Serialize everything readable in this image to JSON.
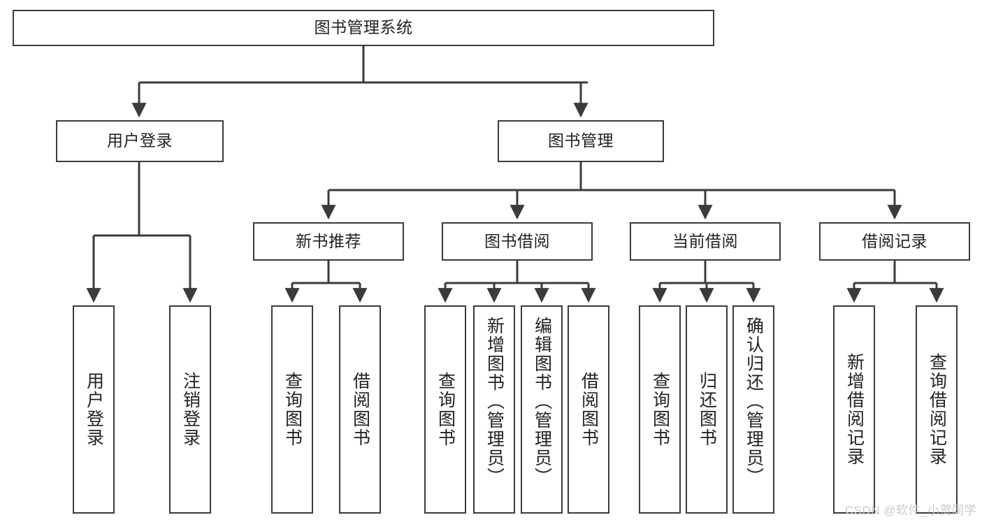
{
  "diagram": {
    "type": "hierarchy-tree",
    "title": "图书管理系统",
    "orientation": "top-down",
    "edge_style": "orthogonal-arrow",
    "colors": {
      "box_border": "#3b3b3b",
      "box_fill": "#ffffff",
      "edge": "#3b3b3b",
      "text": "#222222",
      "watermark": "#c9c9c9",
      "background": "#ffffff"
    },
    "root": {
      "id": "root",
      "label": "图书管理系统"
    },
    "level2": [
      {
        "id": "user-login",
        "label": "用户登录"
      },
      {
        "id": "book-manage",
        "label": "图书管理"
      }
    ],
    "level3": [
      {
        "id": "new-book-recommend",
        "label": "新书推荐"
      },
      {
        "id": "book-borrow",
        "label": "图书借阅"
      },
      {
        "id": "current-borrow",
        "label": "当前借阅"
      },
      {
        "id": "borrow-record",
        "label": "借阅记录"
      }
    ],
    "leaves": {
      "user_login": [
        {
          "id": "leaf-user-login",
          "label": "用户登录"
        },
        {
          "id": "leaf-logout-login",
          "label": "注销登录"
        }
      ],
      "new_book_recommend": [
        {
          "id": "leaf-query-book-1",
          "label": "查询图书"
        },
        {
          "id": "leaf-borrow-book-1",
          "label": "借阅图书"
        }
      ],
      "book_borrow": [
        {
          "id": "leaf-query-book-2",
          "label": "查询图书"
        },
        {
          "id": "leaf-add-book",
          "label": "新增图书（管理员）"
        },
        {
          "id": "leaf-edit-book",
          "label": "编辑图书（管理员）"
        },
        {
          "id": "leaf-borrow-book-2",
          "label": "借阅图书"
        }
      ],
      "current_borrow": [
        {
          "id": "leaf-query-book-3",
          "label": "查询图书"
        },
        {
          "id": "leaf-return-book",
          "label": "归还图书"
        },
        {
          "id": "leaf-confirm-return",
          "label": "确认归还（管理员）"
        }
      ],
      "borrow_record": [
        {
          "id": "leaf-add-record",
          "label": "新增借阅记录"
        },
        {
          "id": "leaf-query-record",
          "label": "查询借阅记录"
        }
      ]
    }
  },
  "watermark": {
    "text": "CSDN @软件_小贺同学"
  }
}
